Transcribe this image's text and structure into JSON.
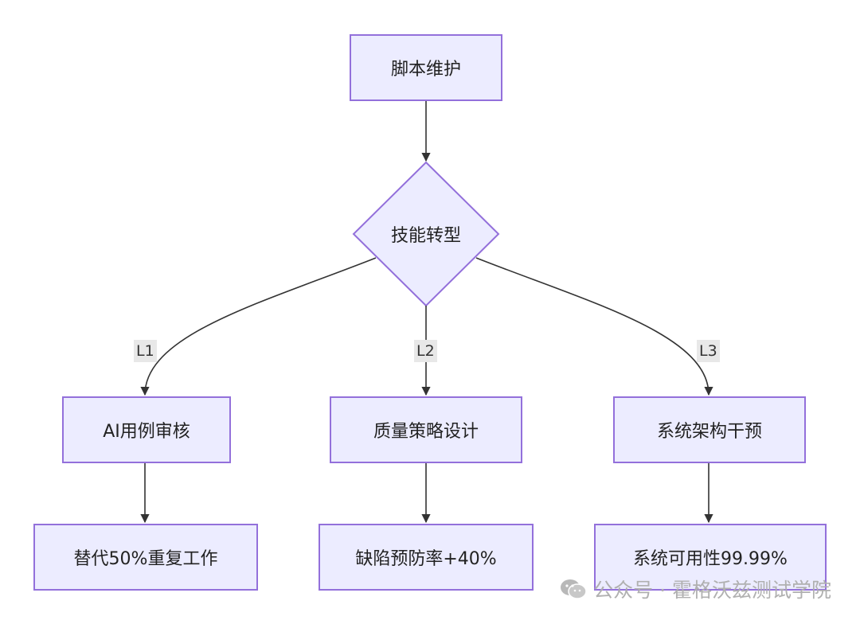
{
  "diagram": {
    "start": "脚本维护",
    "decision": "技能转型",
    "branches": [
      {
        "edge_label": "L1",
        "step": "AI用例审核",
        "result": "替代50%重复工作"
      },
      {
        "edge_label": "L2",
        "step": "质量策略设计",
        "result": "缺陷预防率+40%"
      },
      {
        "edge_label": "L3",
        "step": "系统架构干预",
        "result": "系统可用性99.99%"
      }
    ]
  },
  "watermark": {
    "text": "公众号 · 霍格沃兹测试学院",
    "icon": "wechat-icon"
  },
  "colors": {
    "node_fill": "#ececff",
    "node_border": "#9370db",
    "edge": "#333333",
    "label_bg": "#e8e8e8"
  }
}
